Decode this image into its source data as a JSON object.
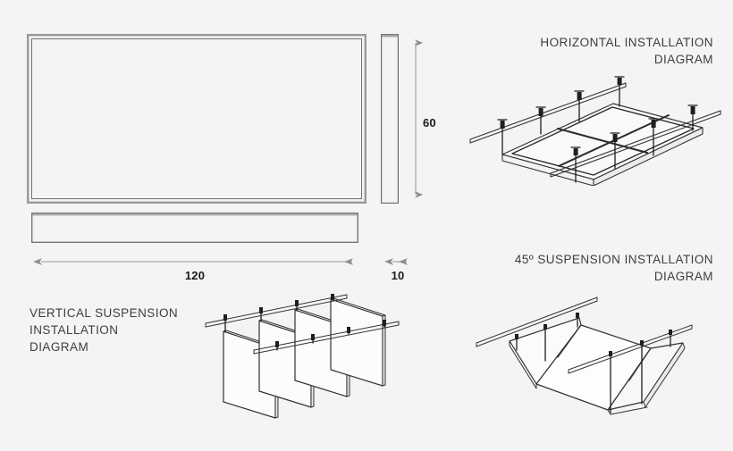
{
  "sheet": {
    "background_color": "#f4f4f4",
    "line_color": "#555555",
    "text_color": "#3d3d3d"
  },
  "product_views": {
    "front_view": {
      "name": "acoustic-panel-front-view",
      "shape": "rectangle-with-inner-frame"
    },
    "side_view": {
      "name": "acoustic-panel-side-view",
      "shape": "thin-vertical-bar"
    },
    "edge_view": {
      "name": "acoustic-panel-edge-view",
      "shape": "thin-horizontal-bar"
    }
  },
  "dimensions": {
    "width": {
      "value": "120",
      "name": "width-dimension"
    },
    "height": {
      "value": "60",
      "name": "height-dimension"
    },
    "thickness": {
      "value": "10",
      "name": "thickness-dimension"
    }
  },
  "diagrams": [
    {
      "id": "horizontal-installation",
      "title": "HORIZONTAL INSTALLATION\nDIAGRAM",
      "align": "right"
    },
    {
      "id": "suspension-45-installation",
      "title": "45º SUSPENSION INSTALLATION\nDIAGRAM",
      "align": "right"
    },
    {
      "id": "vertical-suspension-installation",
      "title": "VERTICAL  SUSPENSION\nINSTALLATION\nDIAGRAM",
      "align": "left"
    }
  ]
}
